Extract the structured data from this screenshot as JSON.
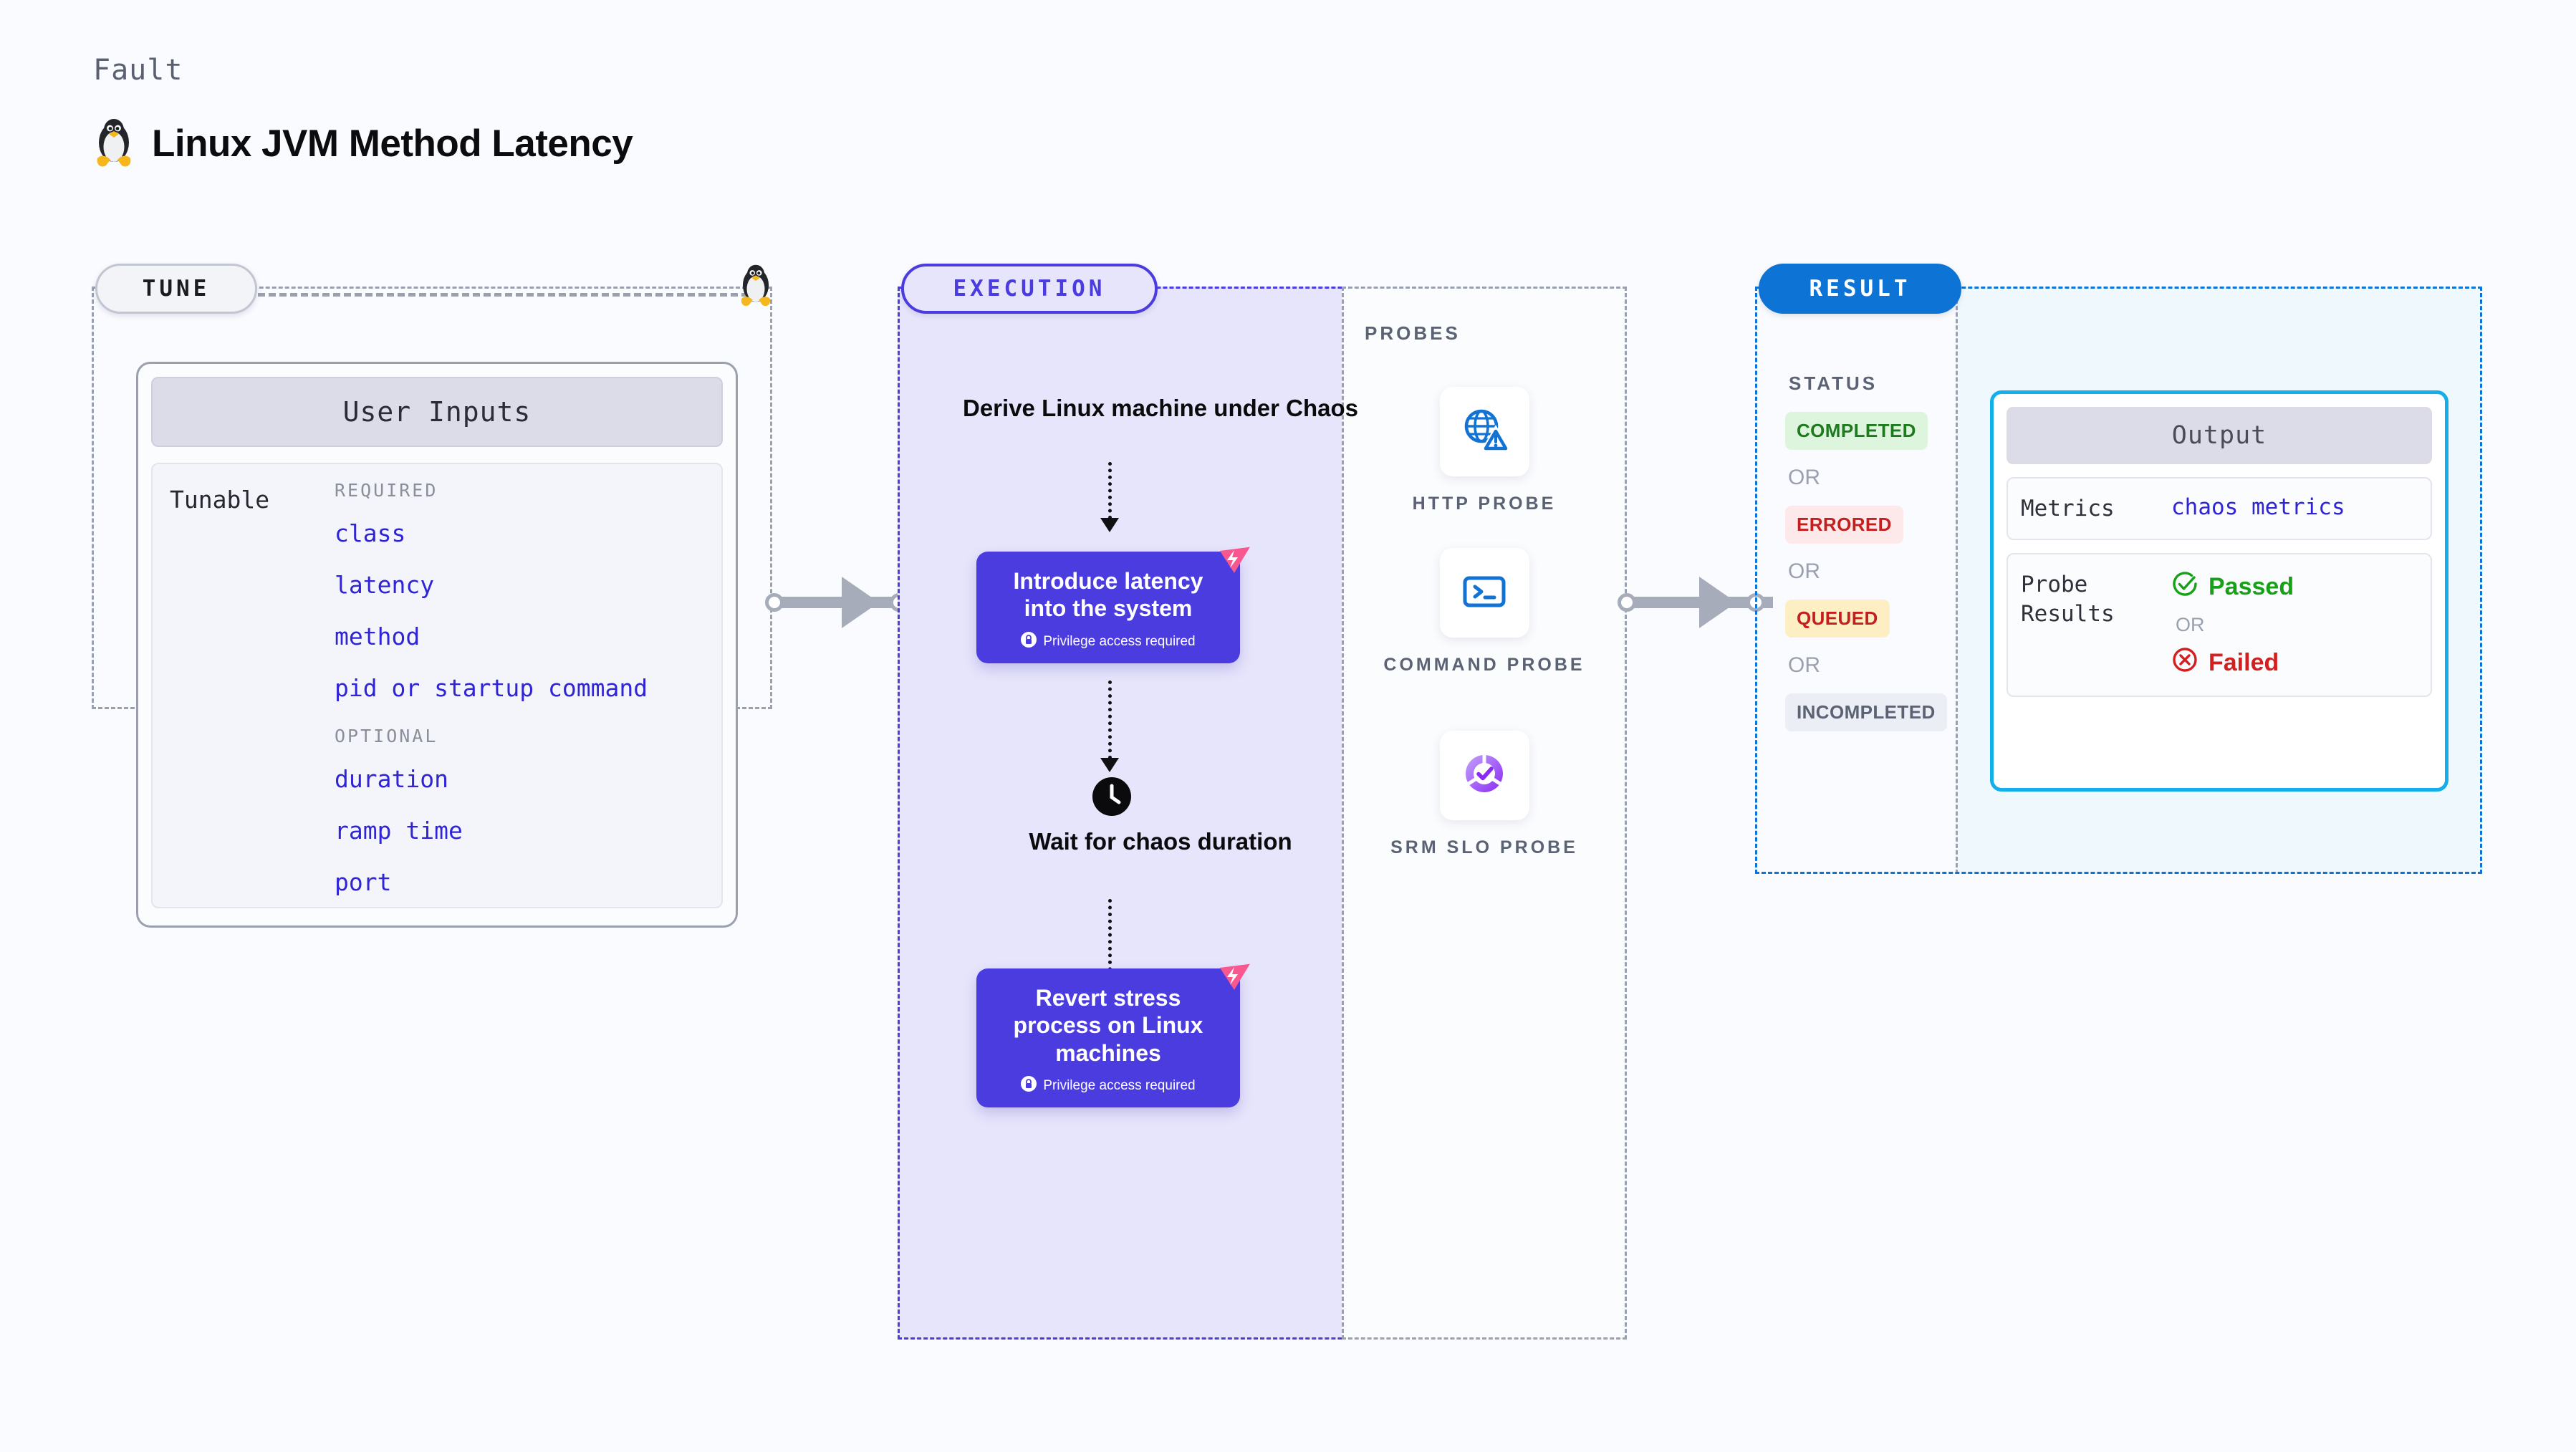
{
  "header": {
    "kicker": "Fault",
    "title": "Linux JVM Method Latency",
    "icon": "linux-penguin-icon"
  },
  "tune": {
    "badge": "TUNE",
    "icon": "linux-penguin-icon",
    "card": {
      "header": "User Inputs",
      "row_label": "Tunable",
      "groups": [
        {
          "title": "REQUIRED",
          "items": [
            "class",
            "latency",
            "method",
            "pid or startup command"
          ]
        },
        {
          "title": "OPTIONAL",
          "items": [
            "duration",
            "ramp time",
            "port"
          ]
        }
      ]
    }
  },
  "execution": {
    "badge": "EXECUTION",
    "steps": [
      {
        "type": "text",
        "label": "Derive Linux machine under Chaos"
      },
      {
        "type": "block",
        "label": "Introduce latency into the system",
        "note": "Privilege access required",
        "badge": "chaos-icon",
        "lock": "lock-icon"
      },
      {
        "type": "text",
        "label": "Wait for chaos duration",
        "icon": "clock-icon"
      },
      {
        "type": "block",
        "label": "Revert stress process on Linux machines",
        "note": "Privilege access required",
        "badge": "chaos-icon",
        "lock": "lock-icon"
      }
    ]
  },
  "probes": {
    "title": "PROBES",
    "items": [
      {
        "label": "HTTP PROBE",
        "icon": "globe-warning-icon"
      },
      {
        "label": "COMMAND PROBE",
        "icon": "terminal-icon"
      },
      {
        "label": "SRM SLO PROBE",
        "icon": "slo-donut-check-icon"
      }
    ]
  },
  "result": {
    "badge": "RESULT",
    "status_title": "STATUS",
    "or_label": "OR",
    "statuses": [
      {
        "label": "COMPLETED",
        "color": "#1f7a1f",
        "bg": "#ddf5dd"
      },
      {
        "label": "ERRORED",
        "color": "#c41f1f",
        "bg": "#fde9e9"
      },
      {
        "label": "QUEUED",
        "color": "#c41f1f",
        "bg": "#fdeec4"
      },
      {
        "label": "INCOMPLETED",
        "color": "#5b6274",
        "bg": "#eceef5"
      }
    ],
    "output": {
      "header": "Output",
      "metrics_label": "Metrics",
      "metrics_value": "chaos metrics",
      "probe_results_label": "Probe Results",
      "passed": "Passed",
      "failed": "Failed",
      "or_label": "OR"
    }
  },
  "colors": {
    "page_bg": "#fafbfe",
    "purple": "#4b3ce0",
    "purple_fill": "#e7e5fb",
    "blue": "#0d73d4",
    "cyan": "#14aeea",
    "gray": "#9aa0ae",
    "pink": "#f8588f"
  }
}
